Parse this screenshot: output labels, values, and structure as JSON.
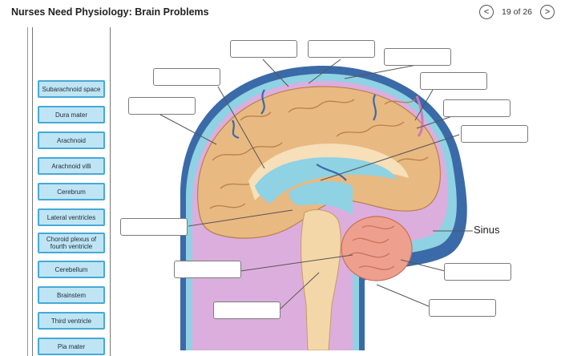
{
  "header": {
    "title": "Nurses Need Physiology: Brain Problems",
    "page_indicator": "19 of 26",
    "prev_glyph": "<",
    "next_glyph": ">"
  },
  "word_bank": {
    "terms": [
      "Subarachnoid space",
      "Dura mater",
      "Arachnoid",
      "Arachnoid villi",
      "Cerebrum",
      "Lateral ventricles",
      "Choroid plexus of fourth ventricle",
      "Cerebellum",
      "Brainstem",
      "Third ventricle",
      "Pia mater"
    ]
  },
  "diagram": {
    "printed_label": "Sinus",
    "colors": {
      "cortex": "#e8b981",
      "white_matter": "#f6dfb9",
      "csf_blue": "#8ed2e3",
      "pia_pink": "#dcaede",
      "dura_navy": "#3b6aa8",
      "cerebellum": "#ef9f8d",
      "brainstem": "#f4d7a8",
      "term_fill": "#bfe5f5",
      "term_border": "#47a9d8"
    }
  }
}
